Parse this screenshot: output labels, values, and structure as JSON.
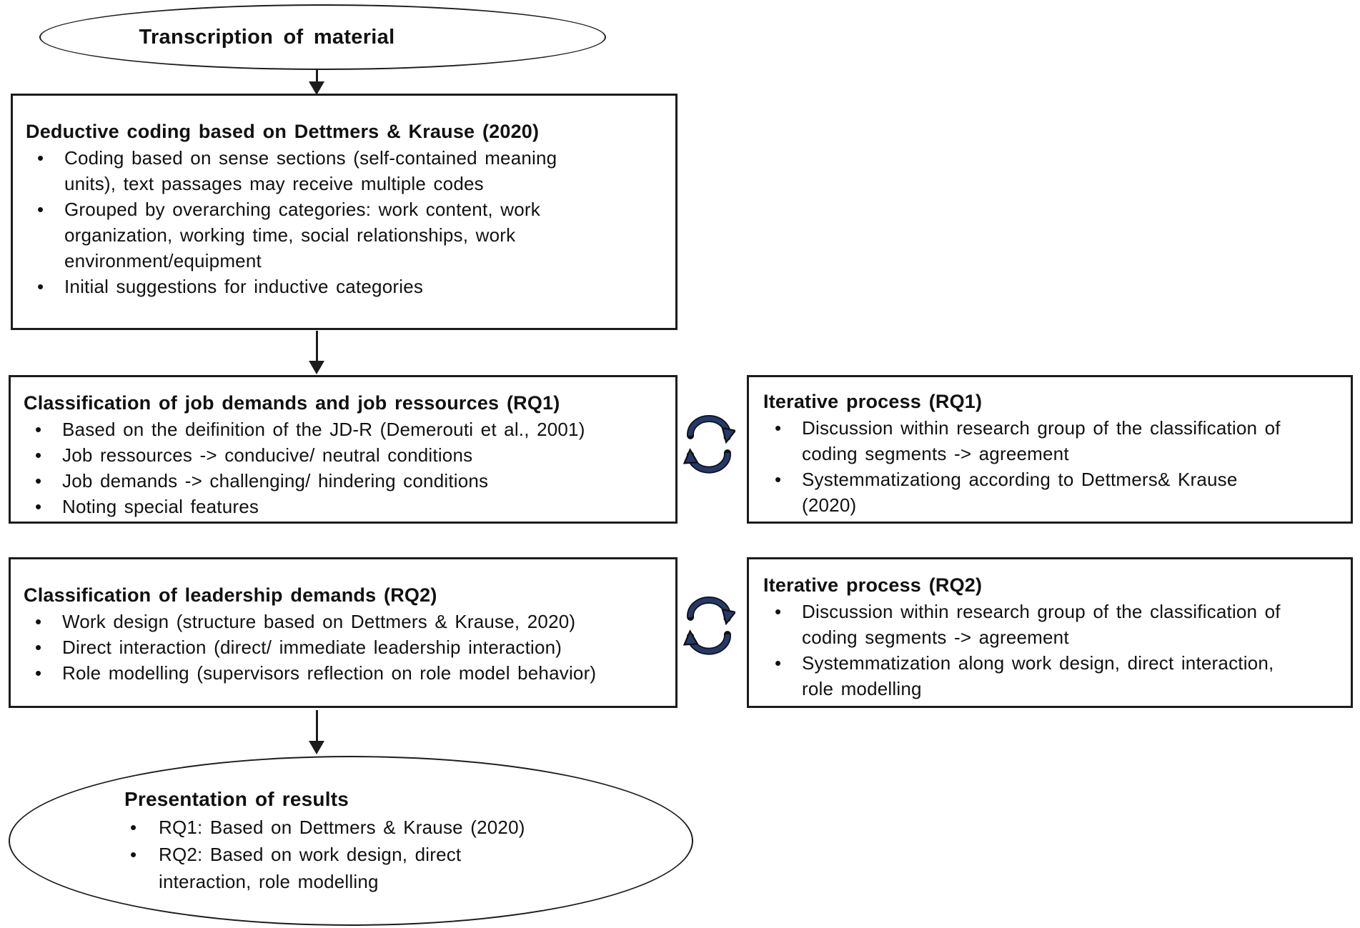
{
  "colors": {
    "background": "#ffffff",
    "text": "#111111",
    "border": "#1c1c1c",
    "cycle_arrow": "#24396b"
  },
  "nodes": {
    "transcription": {
      "label": "Transcription of material"
    },
    "deductive": {
      "title": "Deductive coding based on Dettmers & Krause (2020)",
      "bullets": [
        [
          "Coding based on sense sections (self-contained meaning",
          "units), text passages may receive multiple codes"
        ],
        [
          "Grouped by overarching categories: work content, work",
          "organization, working time, social relationships, work",
          "environment/equipment"
        ],
        [
          "Initial suggestions for inductive categories"
        ]
      ]
    },
    "classification_rq1": {
      "title": "Classification of job demands and job ressources (RQ1)",
      "bullets": [
        [
          "Based on the deifinition of the JD-R (Demerouti et al., 2001)"
        ],
        [
          "Job ressources -> conducive/ neutral conditions"
        ],
        [
          "Job demands -> challenging/ hindering conditions"
        ],
        [
          "Noting special features"
        ]
      ]
    },
    "iterative_rq1": {
      "title": "Iterative process (RQ1)",
      "bullets": [
        [
          "Discussion within research group of the classification of",
          "coding segments -> agreement"
        ],
        [
          "Systemmatizationg according to Dettmers& Krause",
          "(2020)"
        ]
      ]
    },
    "classification_rq2": {
      "title": "Classification of leadership demands (RQ2)",
      "bullets": [
        [
          "Work design (structure based on Dettmers & Krause, 2020)"
        ],
        [
          "Direct interaction (direct/ immediate leadership interaction)"
        ],
        [
          "Role modelling (supervisors  reflection on role model behavior)"
        ]
      ]
    },
    "iterative_rq2": {
      "title": "Iterative process (RQ2)",
      "bullets": [
        [
          "Discussion within research group of the classification of",
          "coding segments -> agreement"
        ],
        [
          "Systemmatization along work design, direct interaction,",
          "role modelling"
        ]
      ]
    },
    "presentation": {
      "title": "Presentation of results",
      "bullets": [
        [
          "RQ1: Based on Dettmers & Krause (2020)"
        ],
        [
          "RQ2: Based on work design, direct",
          "interaction, role modelling"
        ]
      ]
    }
  }
}
